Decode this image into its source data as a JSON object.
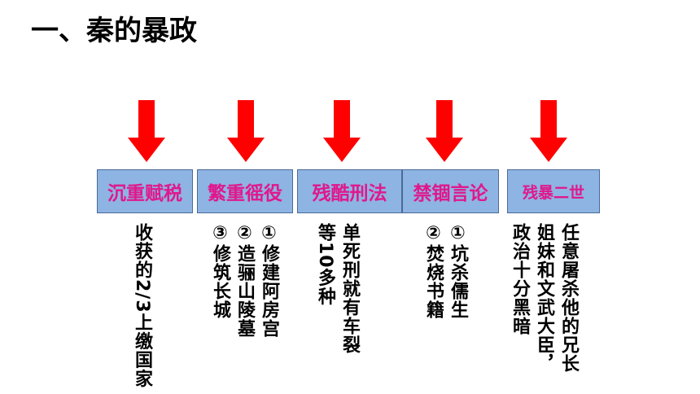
{
  "title": "一、秦的暴政",
  "colors": {
    "arrow": "#ff0000",
    "box_fill": "#8eb4e3",
    "box_text": "#e0188c"
  },
  "items": [
    {
      "label": "沉重赋税",
      "lines": [
        "收获的2/3上缴国家"
      ]
    },
    {
      "label": "繁重徭役",
      "lines": [
        "①修建阿房宫",
        "②造骊山陵墓",
        "③修筑长城"
      ]
    },
    {
      "label": "残酷刑法",
      "lines": [
        "单死刑就有车裂",
        "等10多种"
      ]
    },
    {
      "label": "禁锢言论",
      "lines": [
        "①坑杀儒生",
        "②焚烧书籍"
      ]
    },
    {
      "label": "残暴二世",
      "lines": [
        "任意屠杀他的兄长",
        "姐妹和文武大臣，",
        "政治十分黑暗"
      ]
    }
  ]
}
